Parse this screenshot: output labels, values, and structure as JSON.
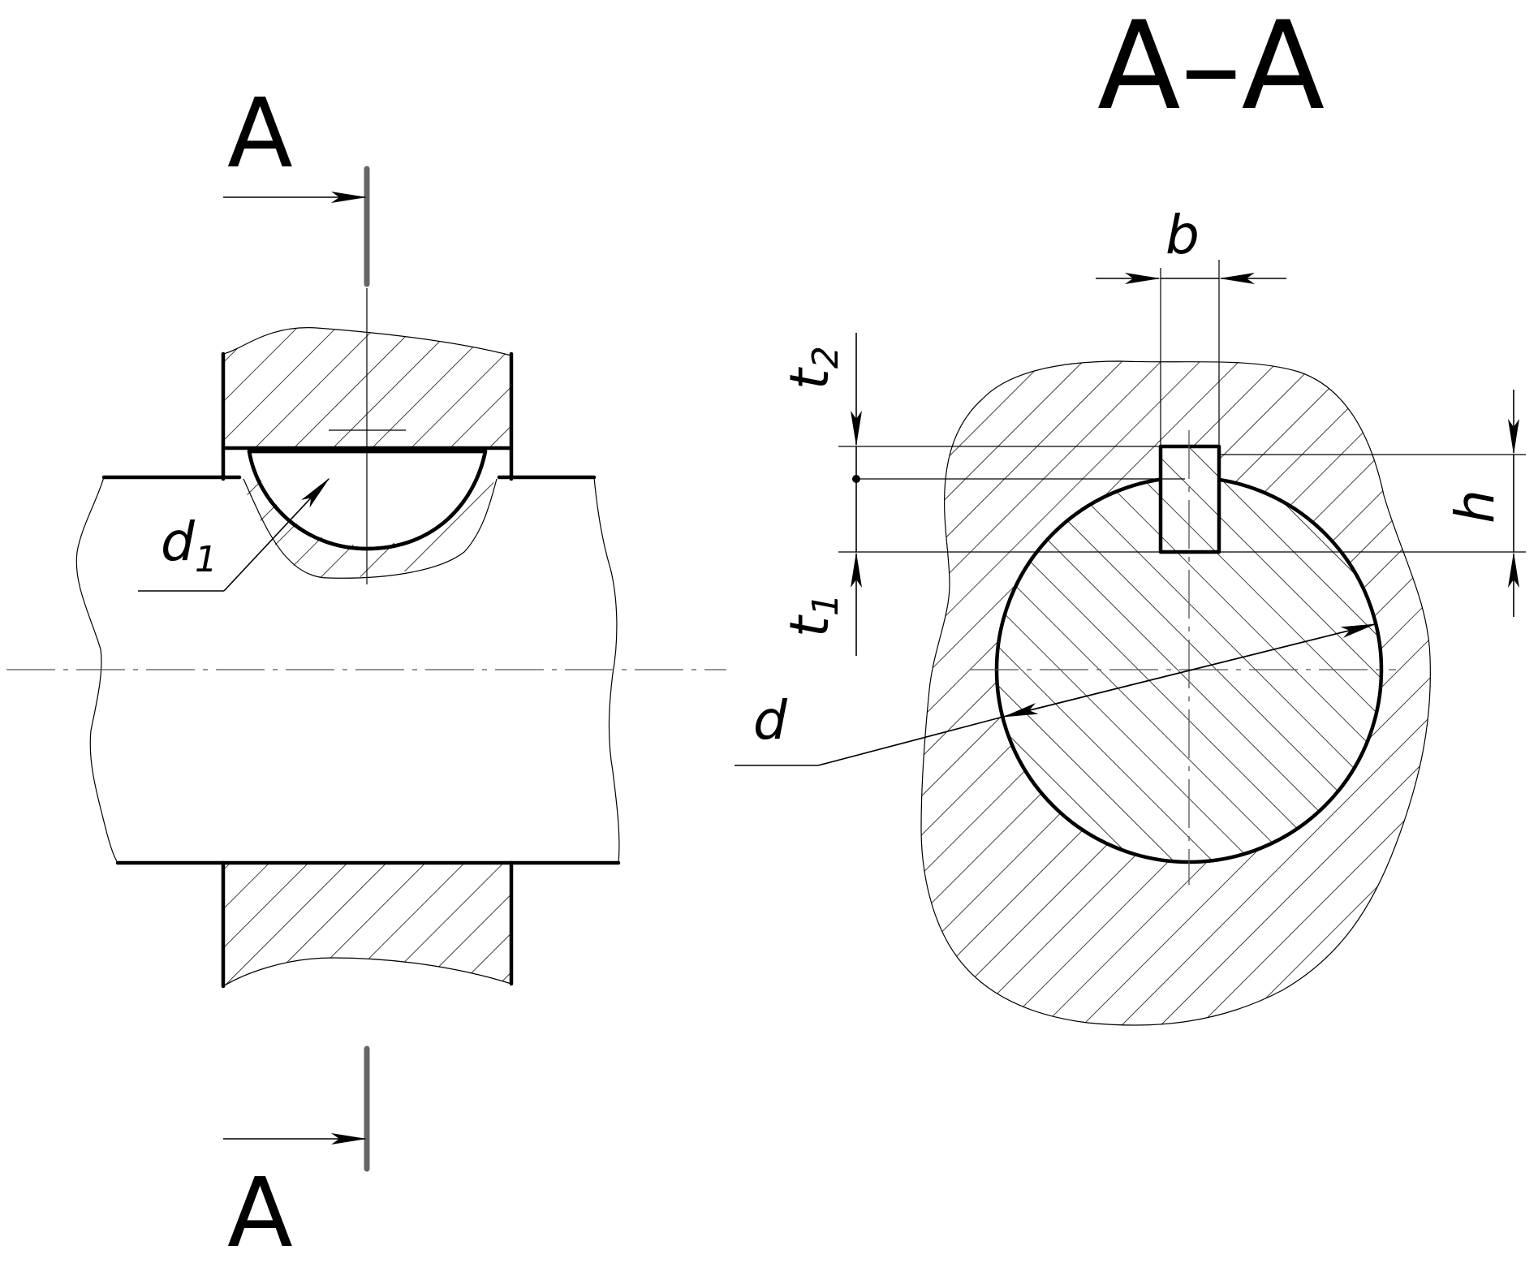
{
  "title": "A–A",
  "section_marks": {
    "top": "A",
    "bottom": "A"
  },
  "dimensions": {
    "b": "b",
    "h": "h",
    "d": "d",
    "d1": {
      "base": "d",
      "sub": "1"
    },
    "t1": {
      "base": "t",
      "sub": "1"
    },
    "t2": {
      "base": "t",
      "sub": "2"
    }
  }
}
